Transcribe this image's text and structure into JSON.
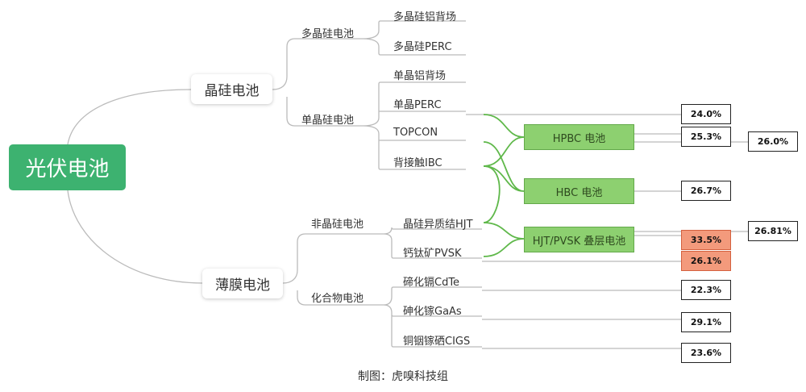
{
  "root": {
    "label": "光伏电池"
  },
  "branches": {
    "crystalline": {
      "label": "晶硅电池"
    },
    "thin_film": {
      "label": "薄膜电池"
    }
  },
  "sub": {
    "poly": "多晶硅电池",
    "mono": "单晶硅电池",
    "amorphous": "非晶硅电池",
    "compound": "化合物电池"
  },
  "leaves": {
    "poly_al_bsf": "多晶硅铝背场",
    "poly_perc": "多晶硅PERC",
    "mono_al_bsf": "单晶铝背场",
    "mono_perc": "单晶PERC",
    "topcon": "TOPCON",
    "ibc": "背接触IBC",
    "hjt": "晶硅异质结HJT",
    "pvsk": "钙钛矿PVSK",
    "cdte": "碲化镉CdTe",
    "gaas": "砷化镓GaAs",
    "cigs": "铜铟镓硒CIGS"
  },
  "combined": {
    "hpbc": "HPBC 电池",
    "hbc": "HBC 电池",
    "hjt_pvsk": "HJT/PVSK 叠层电池"
  },
  "efficiencies": {
    "perc": "24.0%",
    "hpbc": "25.3%",
    "hpbc_top": "26.0%",
    "hbc": "26.7%",
    "tandem_top": "26.81%",
    "tandem": "33.5%",
    "pvsk": "26.1%",
    "cdte": "22.3%",
    "gaas": "29.1%",
    "cigs": "23.6%"
  },
  "colors": {
    "root": "#3db270",
    "branch_line": "#bbbbbb",
    "merge_line": "#5fb84a",
    "combined_fill": "#8dd070",
    "highlight_fill": "#f39a7c"
  },
  "caption": "制图：虎嗅科技组"
}
